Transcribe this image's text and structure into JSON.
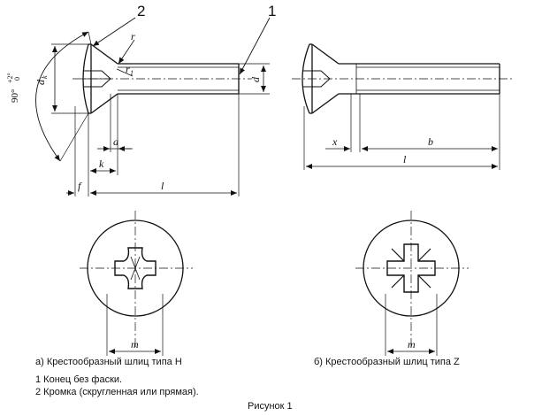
{
  "callouts": {
    "one": "1",
    "two": "2"
  },
  "dims_left": {
    "dk": "d",
    "dk_sub": "k",
    "d": "d",
    "r": "r",
    "r1": "r",
    "r1_sub": "1",
    "a": "a",
    "k": "k",
    "f": "f",
    "l": "l"
  },
  "angle": {
    "base": "90°",
    "plus": "+2°",
    "minus": "0"
  },
  "dims_right": {
    "x": "x",
    "b": "b",
    "l": "l"
  },
  "recess": {
    "m_left": "m",
    "m_right": "m"
  },
  "captions": {
    "a": "а) Крестообразный шлиц типа H",
    "b": "б) Крестообразный шлиц типа Z",
    "note1": "1 Конец без фаски.",
    "note2": "2 Кромка (скругленная или прямая).",
    "figure": "Рисунок 1"
  }
}
